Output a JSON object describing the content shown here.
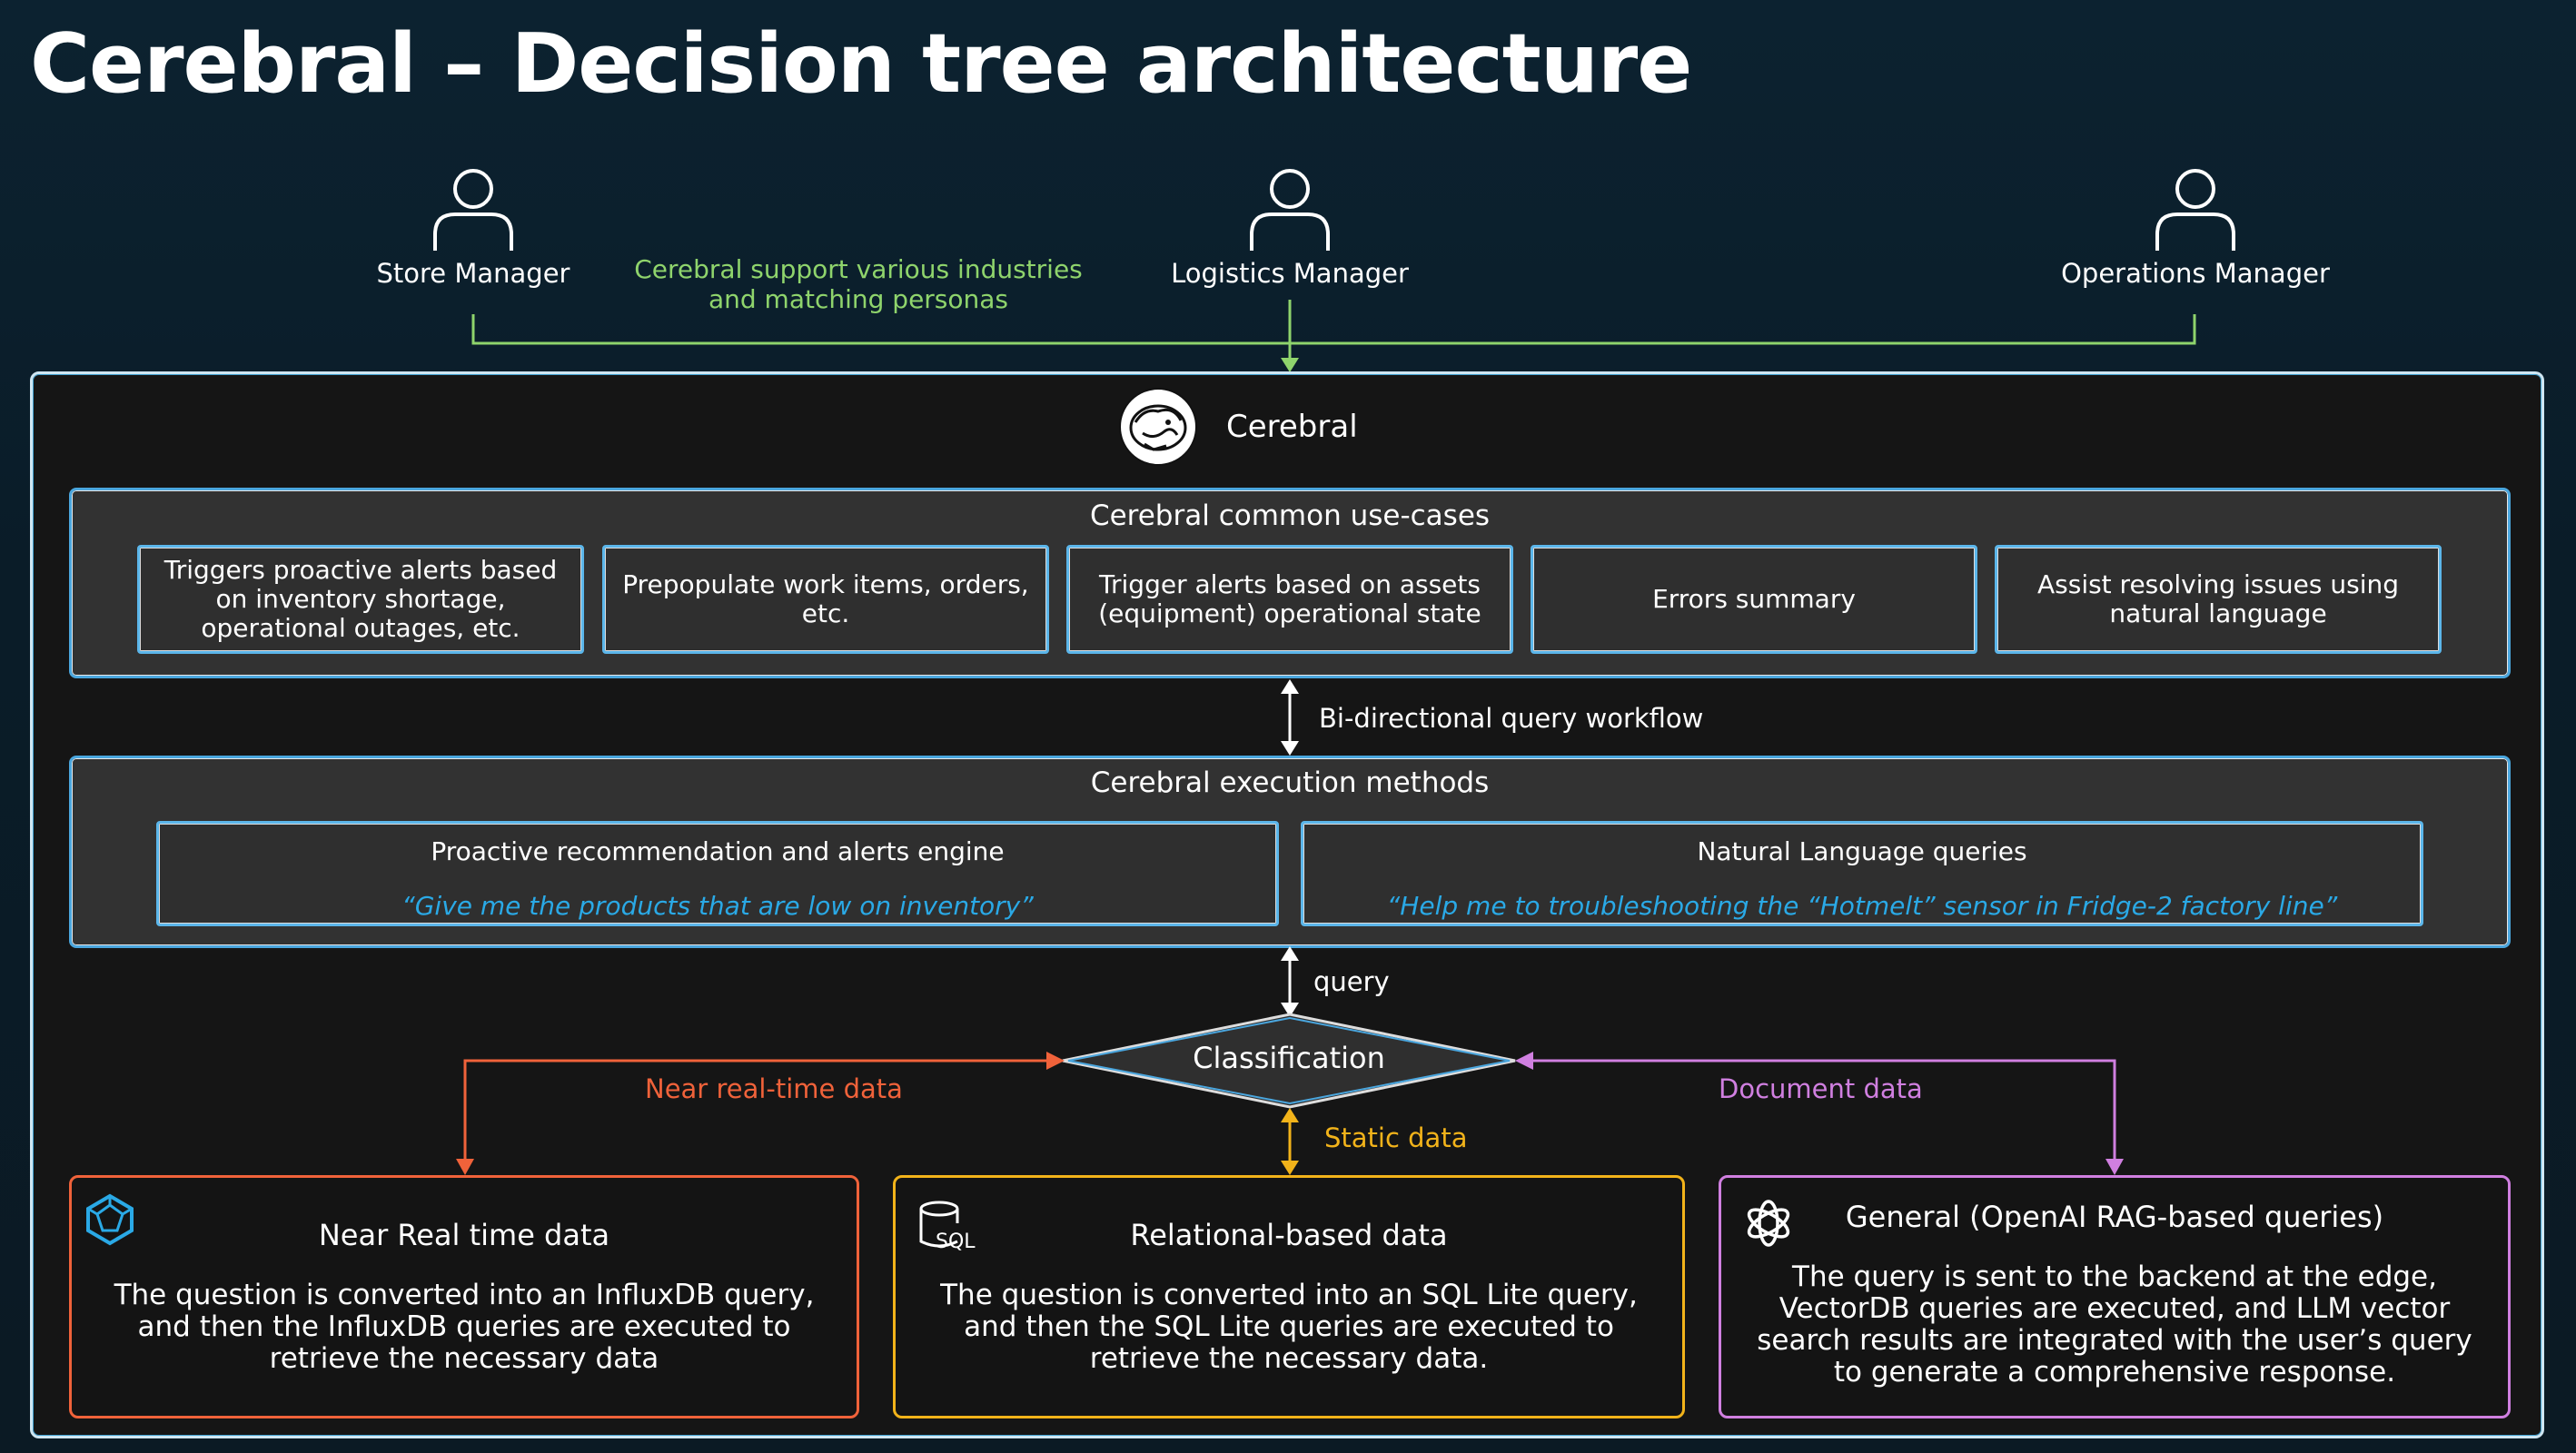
{
  "title": "Cerebral – Decision tree architecture",
  "personas": [
    {
      "label": "Store Manager",
      "icon": "person-icon"
    },
    {
      "label": "Logistics Manager",
      "icon": "person-icon"
    },
    {
      "label": "Operations Manager",
      "icon": "person-icon"
    }
  ],
  "persona_note": [
    "Cerebral support various industries",
    "and matching personas"
  ],
  "cerebral": {
    "name": "Cerebral",
    "logo_icon": "cerebral-logo-icon"
  },
  "use_cases": {
    "title": "Cerebral common use-cases",
    "items": [
      "Triggers proactive alerts based on inventory shortage, operational outages, etc.",
      "Prepopulate work items, orders, etc.",
      "Trigger alerts based on assets (equipment) operational state",
      "Errors summary",
      "Assist resolving issues using natural language"
    ]
  },
  "bidirectional_label": "Bi-directional query workflow",
  "execution": {
    "title": "Cerebral execution methods",
    "methods": [
      {
        "title": "Proactive recommendation and alerts engine",
        "example": "“Give me the products that are low on inventory”"
      },
      {
        "title": "Natural Language queries",
        "example": "“Help me to troubleshooting the “Hotmelt” sensor in Fridge-2 factory line”"
      }
    ]
  },
  "query_label": "query",
  "classification_label": "Classification",
  "branches": {
    "near_real_time": "Near real-time data",
    "static": "Static data",
    "document": "Document data"
  },
  "data_sources": [
    {
      "title": "Near Real time data",
      "icon": "influxdb-icon",
      "description": "The question is converted into an InfluxDB query, and then the InfluxDB queries are executed to retrieve the necessary data"
    },
    {
      "title": "Relational-based data",
      "icon": "sql-database-icon",
      "icon_text": "SQL",
      "description": "The question is converted into an SQL Lite  query, and then the SQL Lite queries are executed to retrieve the necessary data."
    },
    {
      "title": "General (OpenAI RAG-based queries)",
      "icon": "openai-icon",
      "description": "The query is sent to the backend at the edge, VectorDB queries are executed, and LLM vector search results are integrated with the user’s query to generate a comprehensive response."
    }
  ],
  "colors": {
    "background": "#0c2230",
    "accent_blue": "#4aa6de",
    "quote_blue": "#2aa9e6",
    "persona_green": "#8fd46c",
    "near_real_time_red": "#f0623a",
    "static_yellow": "#f2b31a",
    "document_purple": "#d07fe0"
  }
}
